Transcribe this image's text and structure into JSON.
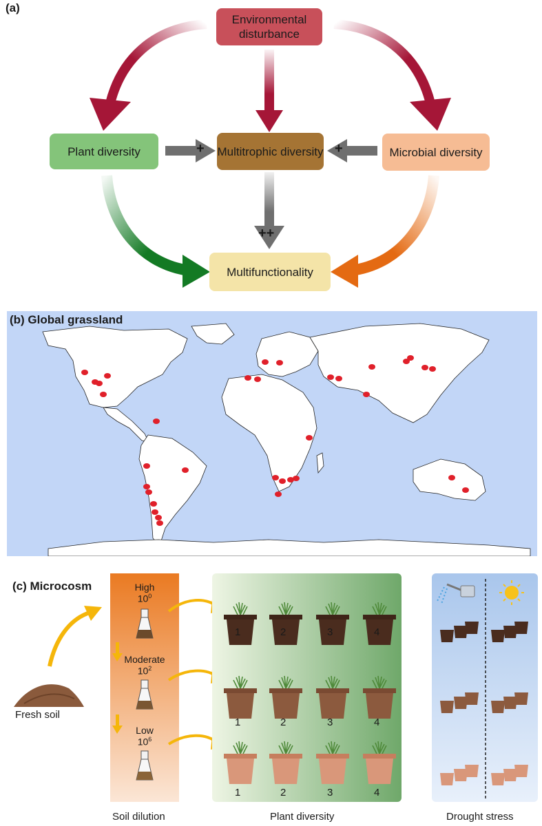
{
  "panel_a": {
    "label": "(a)",
    "nodes": {
      "disturbance": "Environmental disturbance",
      "plant": "Plant diversity",
      "multitrophic": "Multitrophic diversity",
      "microbial": "Microbial diversity",
      "multifunctionality": "Multifunctionality"
    },
    "signs": {
      "plant_to_multi": "+",
      "microbial_to_multi": "+",
      "multi_to_function": "++"
    },
    "colors": {
      "disturbance": "#c8505a",
      "plant": "#84c47a",
      "multitrophic": "#a57434",
      "microbial": "#f6bc94",
      "multifunctionality": "#f4e4a8",
      "arrow_red": "#a51637",
      "arrow_green": "#137a24",
      "arrow_orange": "#e46a12",
      "arrow_gray": "#6f6f6f"
    }
  },
  "panel_b": {
    "label": "(b) Global grassland",
    "colors": {
      "ocean": "#c2d6f7",
      "land": "#ffffff",
      "site": "#e0202a"
    }
  },
  "panel_c": {
    "label": "(c) Microcosm",
    "fresh_soil": "Fresh soil",
    "dilution": [
      {
        "level": "High",
        "base": "10",
        "exp": "0"
      },
      {
        "level": "Moderate",
        "base": "10",
        "exp": "2"
      },
      {
        "level": "Low",
        "base": "10",
        "exp": "6"
      }
    ],
    "pot_numbers": [
      "1",
      "2",
      "3",
      "4"
    ],
    "captions": {
      "soil_dilution": "Soil dilution",
      "plant_diversity": "Plant diversity",
      "drought_stress": "Drought stress"
    },
    "colors": {
      "dilution_top": "#ea7a22",
      "plant_panel_dark": "#6fa86a",
      "drought_top": "#a9c6ec",
      "arrow_yellow": "#f5b60a"
    }
  }
}
